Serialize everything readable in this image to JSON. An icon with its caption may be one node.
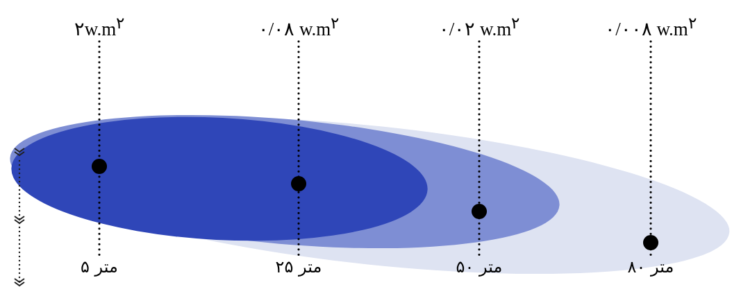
{
  "diagram": {
    "nodes": [
      {
        "text": [
          "۲w.m$^{۲}$"
        ]
      },
      {
        "text": [
          "۰/۰۸ w.m$^{۲}$"
        ]
      },
      {
        "text": [
          "۰/۰۲ w.m$^{۲}$"
        ]
      },
      {
        "text": [
          "۰/۰۰۸ w.m$^{۲}$"
        ]
      },
      {
        "text": [
          "۵ متر"
        ]
      },
      {
        "text": [
          "۲۵ متر"
        ]
      },
      {
        "text": [
          "۵۰ متر"
        ]
      },
      {
        "text": [
          "۸۰ متر"
        ]
      }
    ],
    "edges": [
      {
        "from": 0,
        "to": 4,
        "arrow": "none",
        "style": "dashed"
      },
      {
        "from": 1,
        "to": 5,
        "arrow": "none",
        "style": "dashed"
      },
      {
        "from": 2,
        "to": 6,
        "arrow": "none",
        "style": "dashed"
      },
      {
        "from": 3,
        "to": 7,
        "arrow": "none",
        "style": "dashed"
      }
    ]
  }
}
